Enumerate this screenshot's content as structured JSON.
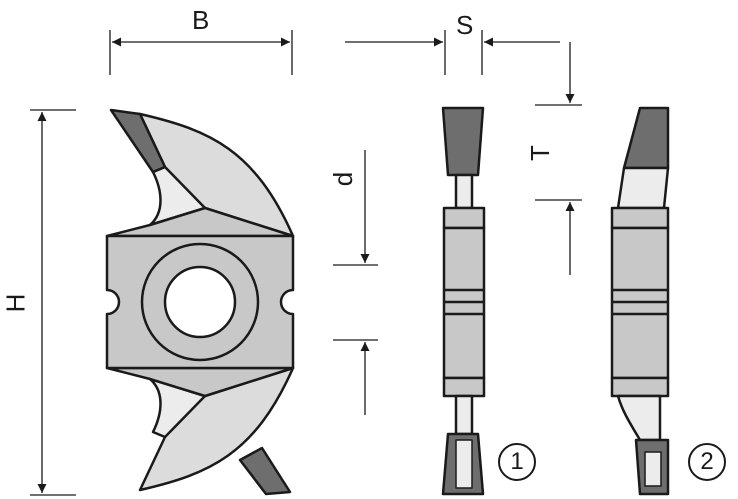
{
  "labels": {
    "B": "B",
    "S": "S",
    "H": "H",
    "d": "d",
    "T": "T"
  },
  "variants": [
    "1",
    "2"
  ],
  "colors": {
    "carbide": "#6e6e6e",
    "body": "#c8c8c8",
    "face": "#dcdcdc",
    "highlight": "#ececec",
    "line": "#1a1a1a"
  }
}
